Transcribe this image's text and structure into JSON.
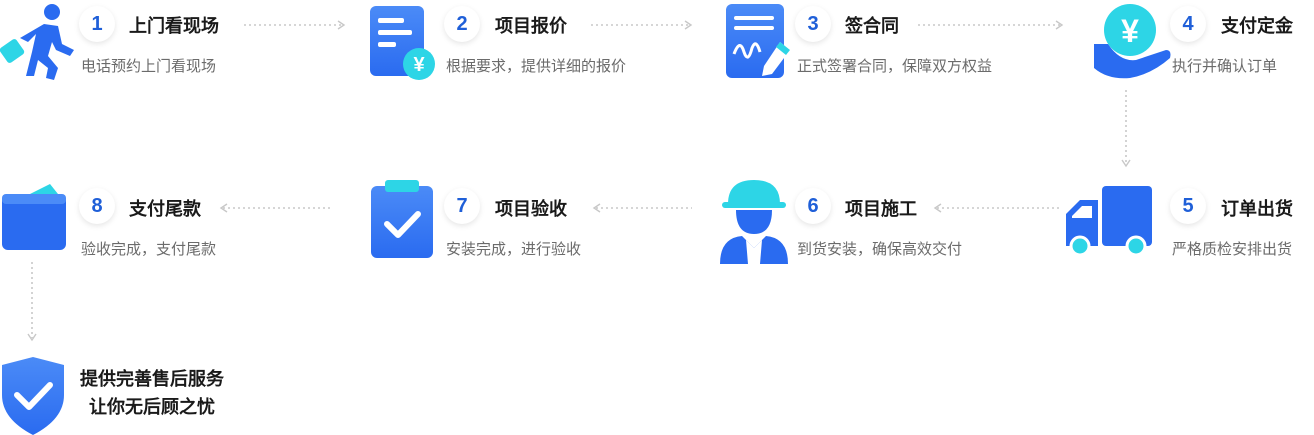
{
  "colors": {
    "primary": "#2a6bf0",
    "primary_light": "#4b8bf7",
    "accent": "#2dd5e6",
    "number": "#1f5fd8",
    "arrow": "#c8c8c8"
  },
  "steps": [
    {
      "number": "1",
      "title": "上门看现场",
      "desc": "电话预约上门看现场",
      "icon": "walking-person-icon"
    },
    {
      "number": "2",
      "title": "项目报价",
      "desc": "根据要求，提供详细的报价",
      "icon": "price-document-icon"
    },
    {
      "number": "3",
      "title": "签合同",
      "desc": "正式签署合同，保障双方权益",
      "icon": "signed-contract-icon"
    },
    {
      "number": "4",
      "title": "支付定金",
      "desc": "执行并确认订单",
      "icon": "yuan-hand-icon"
    },
    {
      "number": "5",
      "title": "订单出货",
      "desc": "严格质检安排出货",
      "icon": "truck-icon"
    },
    {
      "number": "6",
      "title": "项目施工",
      "desc": "到货安装，确保高效交付",
      "icon": "construction-worker-icon"
    },
    {
      "number": "7",
      "title": "项目验收",
      "desc": "安装完成，进行验收",
      "icon": "checklist-clipboard-icon"
    },
    {
      "number": "8",
      "title": "支付尾款",
      "desc": "验收完成，支付尾款",
      "icon": "wallet-icon"
    }
  ],
  "final": {
    "line1": "提供完善售后服务",
    "line2": "让你无后顾之忧",
    "icon": "shield-check-icon"
  }
}
